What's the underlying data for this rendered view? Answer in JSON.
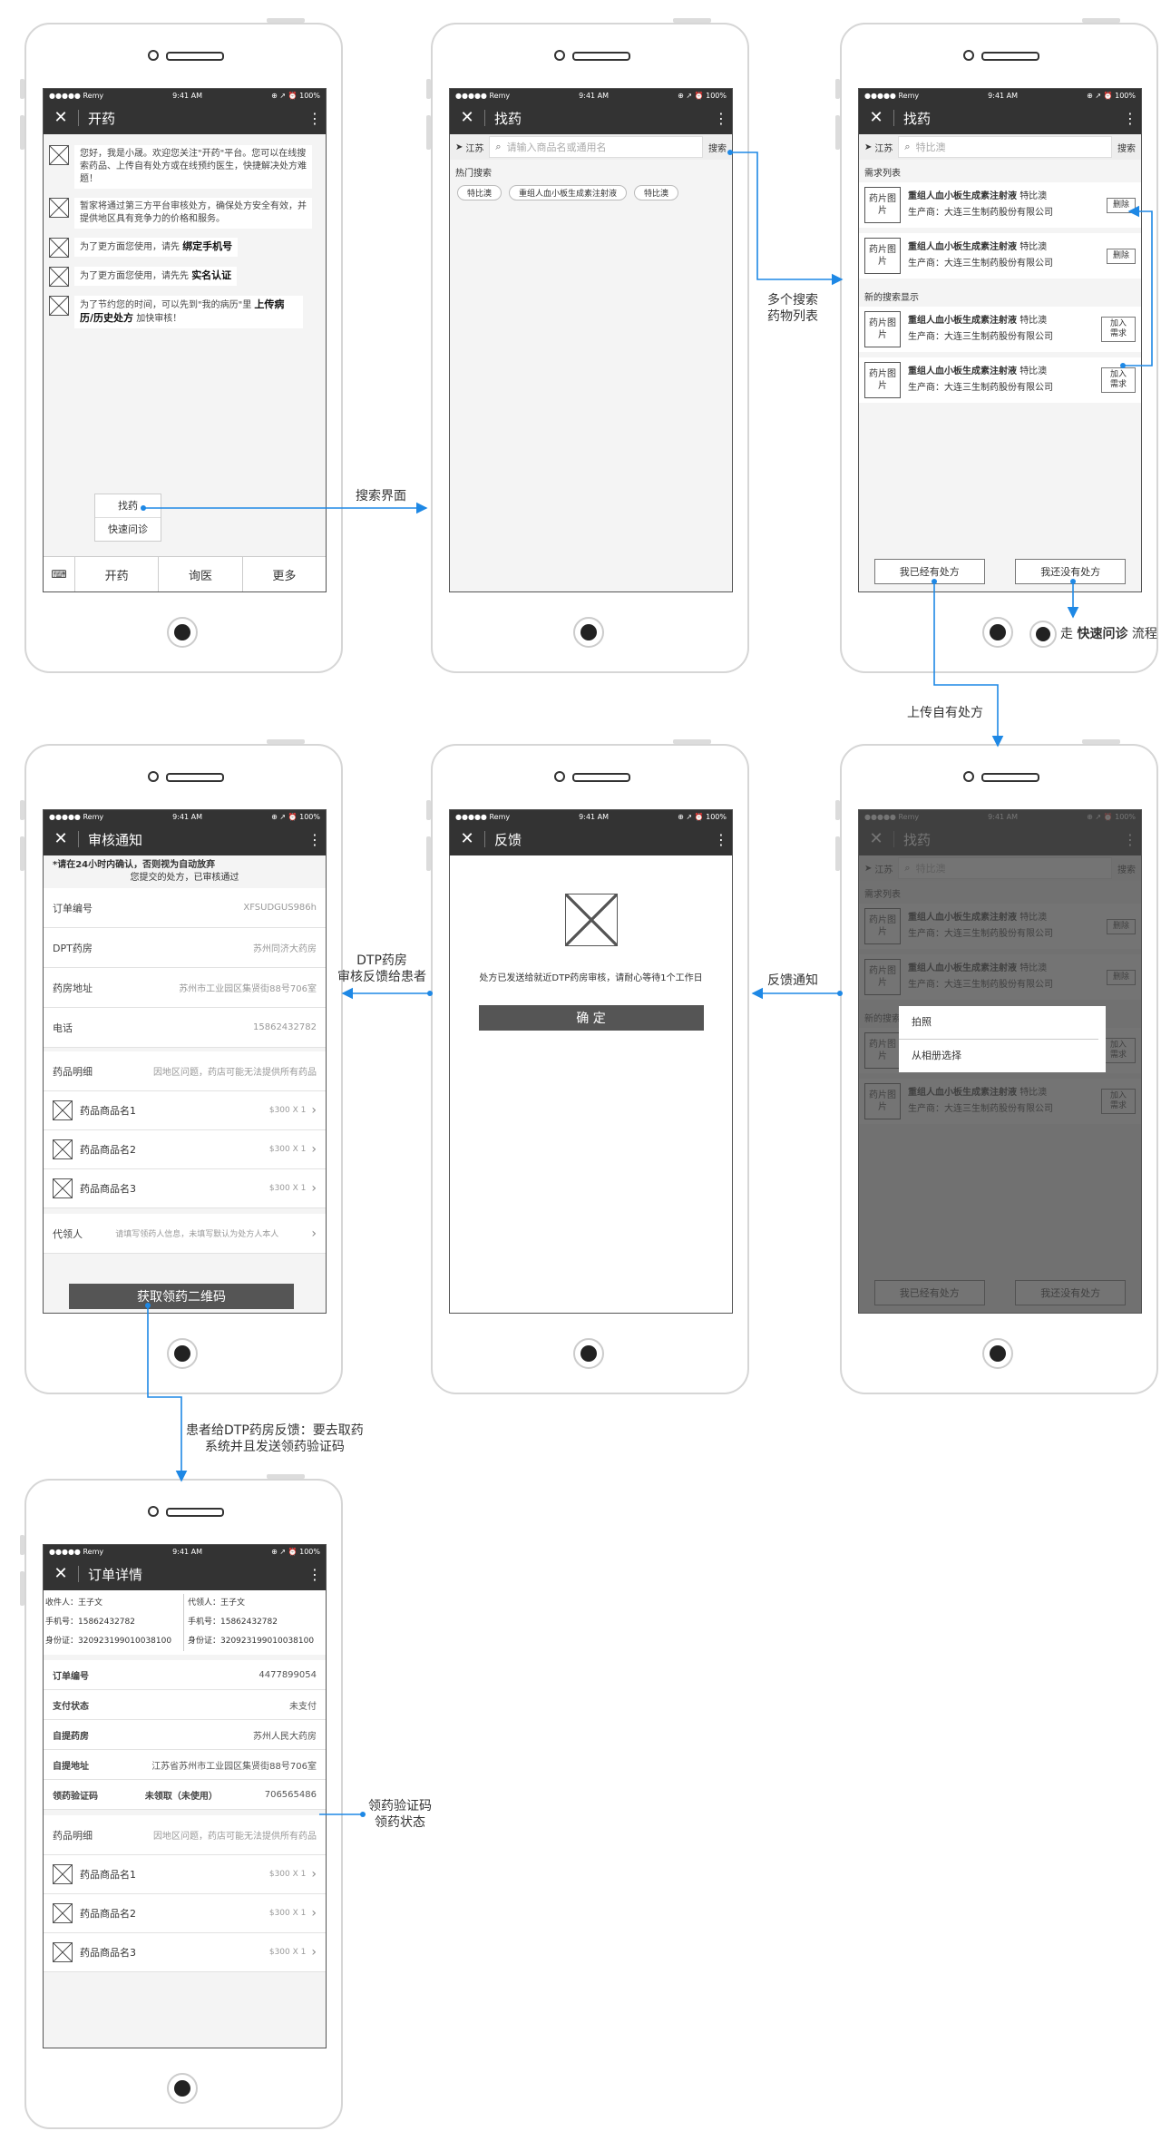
{
  "status": {
    "carrier": "●●●●● Remy ",
    "time": "9:41 AM",
    "right": "⊕ ↗ ⏰ 100%"
  },
  "s1": {
    "title": "开药",
    "msgs": [
      {
        "pre": "您好，我是小晟。欢迎您关注\"开药\"平台。您可以在线搜索药品、上传自有处方或在线预约医生，快捷解决处方难题！",
        "bold": "",
        "post": ""
      },
      {
        "pre": "暂家将通过第三方平台审核处方，确保处方安全有效，并提供地区具有竞争力的价格和服务。",
        "bold": "",
        "post": ""
      },
      {
        "pre": "为了更方面您使用，请先 ",
        "bold": "绑定手机号",
        "post": ""
      },
      {
        "pre": "为了更方面您使用，请先先 ",
        "bold": "实名认证",
        "post": ""
      },
      {
        "pre": "为了节约您的时间，可以先到\"我的病历\"里 ",
        "bold": "上传病历/历史处方",
        "post": " 加快审核！"
      }
    ],
    "popup": [
      "找药",
      "快速问诊"
    ],
    "tabs": [
      "开药",
      "询医",
      "更多"
    ]
  },
  "s2": {
    "title": "找药",
    "city": "江苏",
    "placeholder": "请输入商品名或通用名",
    "search": "搜索",
    "hot_label": "热门搜索",
    "hot": [
      "特比澳",
      "重组人血小板生成素注射液",
      "特比澳"
    ]
  },
  "s3": {
    "title": "找药",
    "city": "江苏",
    "query": "特比澳",
    "search": "搜索",
    "sec1": "需求列表",
    "sec2": "新的搜索显示",
    "img": "药片图片",
    "drug": "重组人血小板生成素注射液",
    "alias": "特比澳",
    "maker": "生产商：大连三生制药股份有限公司",
    "del": "删除",
    "add": "加入需求",
    "btn1": "我已经有处方",
    "btn2": "我还没有处方"
  },
  "s4": {
    "title": "审核通知",
    "notice1": "*请在24小时内确认，否则视为自动放弃",
    "notice2": "您提交的处方，已审核通过",
    "rows": [
      {
        "k": "订单编号",
        "v": "XFSUDGUS986h"
      },
      {
        "k": "DPT药房",
        "v": "苏州同济大药房"
      },
      {
        "k": "药房地址",
        "v": "苏州市工业园区集贤街88号706室"
      },
      {
        "k": "电话",
        "v": "15862432782"
      }
    ],
    "detail_k": "药品明细",
    "detail_v": "因地区问题，药店可能无法提供所有药品",
    "items": [
      {
        "n": "药品商品名1",
        "p": "$300 X 1"
      },
      {
        "n": "药品商品名2",
        "p": "$300 X 1"
      },
      {
        "n": "药品商品名3",
        "p": "$300 X 1"
      }
    ],
    "agent_k": "代领人",
    "agent_v": "请填写领药人信息，未填写默认为处方人本人",
    "btn": "获取领药二维码"
  },
  "s5": {
    "title": "反馈",
    "msg": "处方已发送给就近DTP药房审核，请耐心等待1个工作日",
    "btn": "确 定"
  },
  "s6": {
    "sheet": [
      "拍照",
      "从相册选择"
    ]
  },
  "s7": {
    "title": "订单详情",
    "left": [
      "收件人：王子文",
      "手机号：15862432782",
      "身份证：320923199010038100"
    ],
    "right": [
      "代领人：王子文",
      "手机号：15862432782",
      "身份证：320923199010038100"
    ],
    "rows": [
      {
        "k": "订单编号",
        "v": "4477899054"
      },
      {
        "k": "支付状态",
        "v": "未支付"
      },
      {
        "k": "自提药房",
        "v": "苏州人民大药房"
      },
      {
        "k": "自提地址",
        "v": "江苏省苏州市工业园区集贤街88号706室"
      }
    ],
    "code_k": "领药验证码",
    "code_s": "未领取（未使用）",
    "code_v": "706565486",
    "detail_k": "药品明细",
    "detail_v": "因地区问题，药店可能无法提供所有药品",
    "items": [
      {
        "n": "药品商品名1",
        "p": "$300 X 1"
      },
      {
        "n": "药品商品名2",
        "p": "$300 X 1"
      },
      {
        "n": "药品商品名3",
        "p": "$300 X 1"
      }
    ]
  },
  "labels": {
    "a1": "搜索界面",
    "a2": "多个搜索\n药物列表",
    "a3_pre": "走 ",
    "a3_bold": "快速问诊",
    "a3_post": " 流程",
    "a4": "上传自有处方",
    "a5": "反馈通知",
    "a6": "DTP药房\n审核反馈给患者",
    "a7": "患者给DTP药房反馈：要去取药\n系统并且发送领药验证码",
    "a8": "领药验证码\n领药状态"
  },
  "colors": {
    "arrow": "#1e88e5"
  }
}
